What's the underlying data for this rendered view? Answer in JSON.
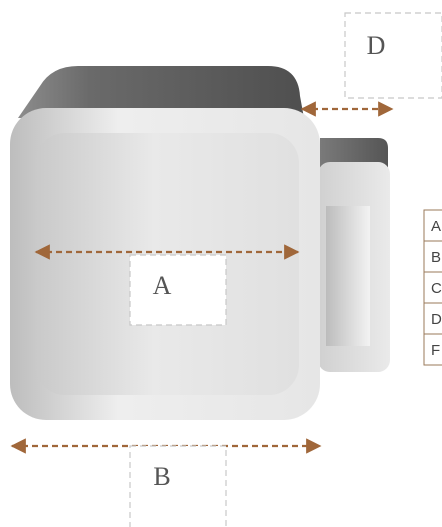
{
  "diagram": {
    "dimension_labels": {
      "a": "A",
      "b": "B",
      "d": "D"
    },
    "legend_rows": [
      "A",
      "B",
      "C",
      "D",
      "F"
    ],
    "colors": {
      "arrow": "#A0673A",
      "dashed_box": "#c8c8c8",
      "legend_border": "#9a7a5a"
    }
  }
}
